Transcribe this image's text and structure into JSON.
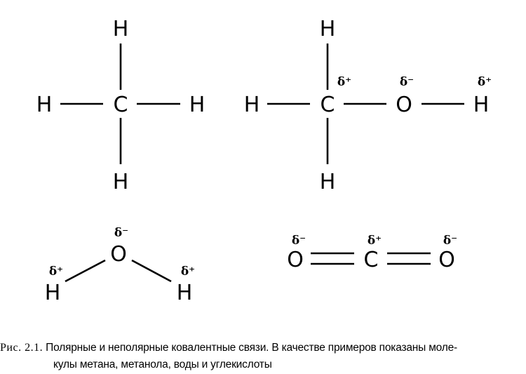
{
  "molecules": {
    "methane": {
      "atoms": {
        "h_top": "H",
        "h_left": "H",
        "c": "C",
        "h_right": "H",
        "h_bottom": "H"
      }
    },
    "methanol": {
      "atoms": {
        "h_top": "H",
        "h_left": "H",
        "c": "C",
        "o": "O",
        "h_right": "H",
        "h_bottom": "H"
      },
      "charges": {
        "c": "δ⁺",
        "o": "δ⁻",
        "h_right": "δ⁺"
      }
    },
    "water": {
      "atoms": {
        "o": "O",
        "h_left": "H",
        "h_right": "H"
      },
      "charges": {
        "o": "δ⁻",
        "h_left": "δ⁺",
        "h_right": "δ⁺"
      }
    },
    "carbon_dioxide": {
      "atoms": {
        "o_left": "O",
        "c": "C",
        "o_right": "O"
      },
      "charges": {
        "o_left": "δ⁻",
        "c": "δ⁺",
        "o_right": "δ⁻"
      }
    }
  },
  "caption": {
    "label": "Рис. 2.1.",
    "line1": "Полярные и неполярные ковалентные связи. В качестве примеров показаны моле-",
    "line2": "кулы метана, метанола, воды и углекислоты"
  }
}
